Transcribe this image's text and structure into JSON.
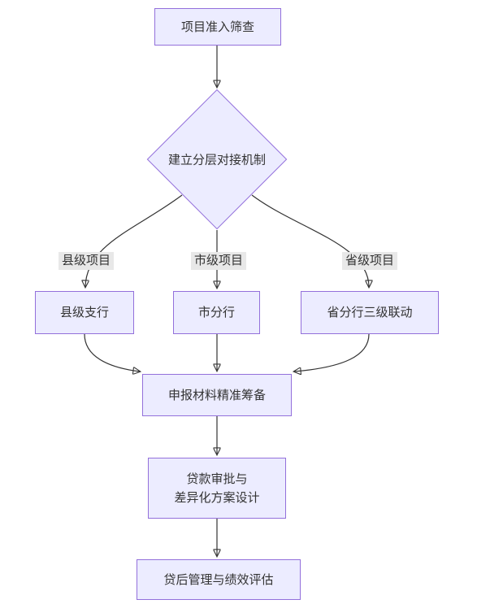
{
  "diagram": {
    "type": "flowchart",
    "direction": "top-down",
    "nodes": {
      "screening": {
        "label": "项目准入筛查",
        "shape": "rect"
      },
      "mechanism": {
        "label": "建立分层对接机制",
        "shape": "diamond"
      },
      "county_branch": {
        "label": "县级支行",
        "shape": "rect"
      },
      "city_branch": {
        "label": "市分行",
        "shape": "rect"
      },
      "province_branch": {
        "label": "省分行三级联动",
        "shape": "rect"
      },
      "materials": {
        "label": "申报材料精准筹备",
        "shape": "rect"
      },
      "approval": {
        "label_line1": "贷款审批与",
        "label_line2": "差异化方案设计",
        "shape": "rect"
      },
      "post_loan": {
        "label": "贷后管理与绩效评估",
        "shape": "rect"
      }
    },
    "edge_labels": {
      "county": "县级项目",
      "city": "市级项目",
      "province": "省级项目"
    },
    "edges": [
      "screening -> mechanism",
      "mechanism -county_label-> county_branch",
      "mechanism -city_label-> city_branch",
      "mechanism -province_label-> province_branch",
      "county_branch -> materials",
      "city_branch -> materials",
      "province_branch -> materials",
      "materials -> approval",
      "approval -> post_loan"
    ],
    "colors": {
      "node_fill": "#ECECFF",
      "node_border": "#9370DB",
      "edge_stroke": "#333333",
      "edge_label_bg": "#e8e8e8",
      "text": "#333333",
      "background": "#ffffff"
    }
  }
}
